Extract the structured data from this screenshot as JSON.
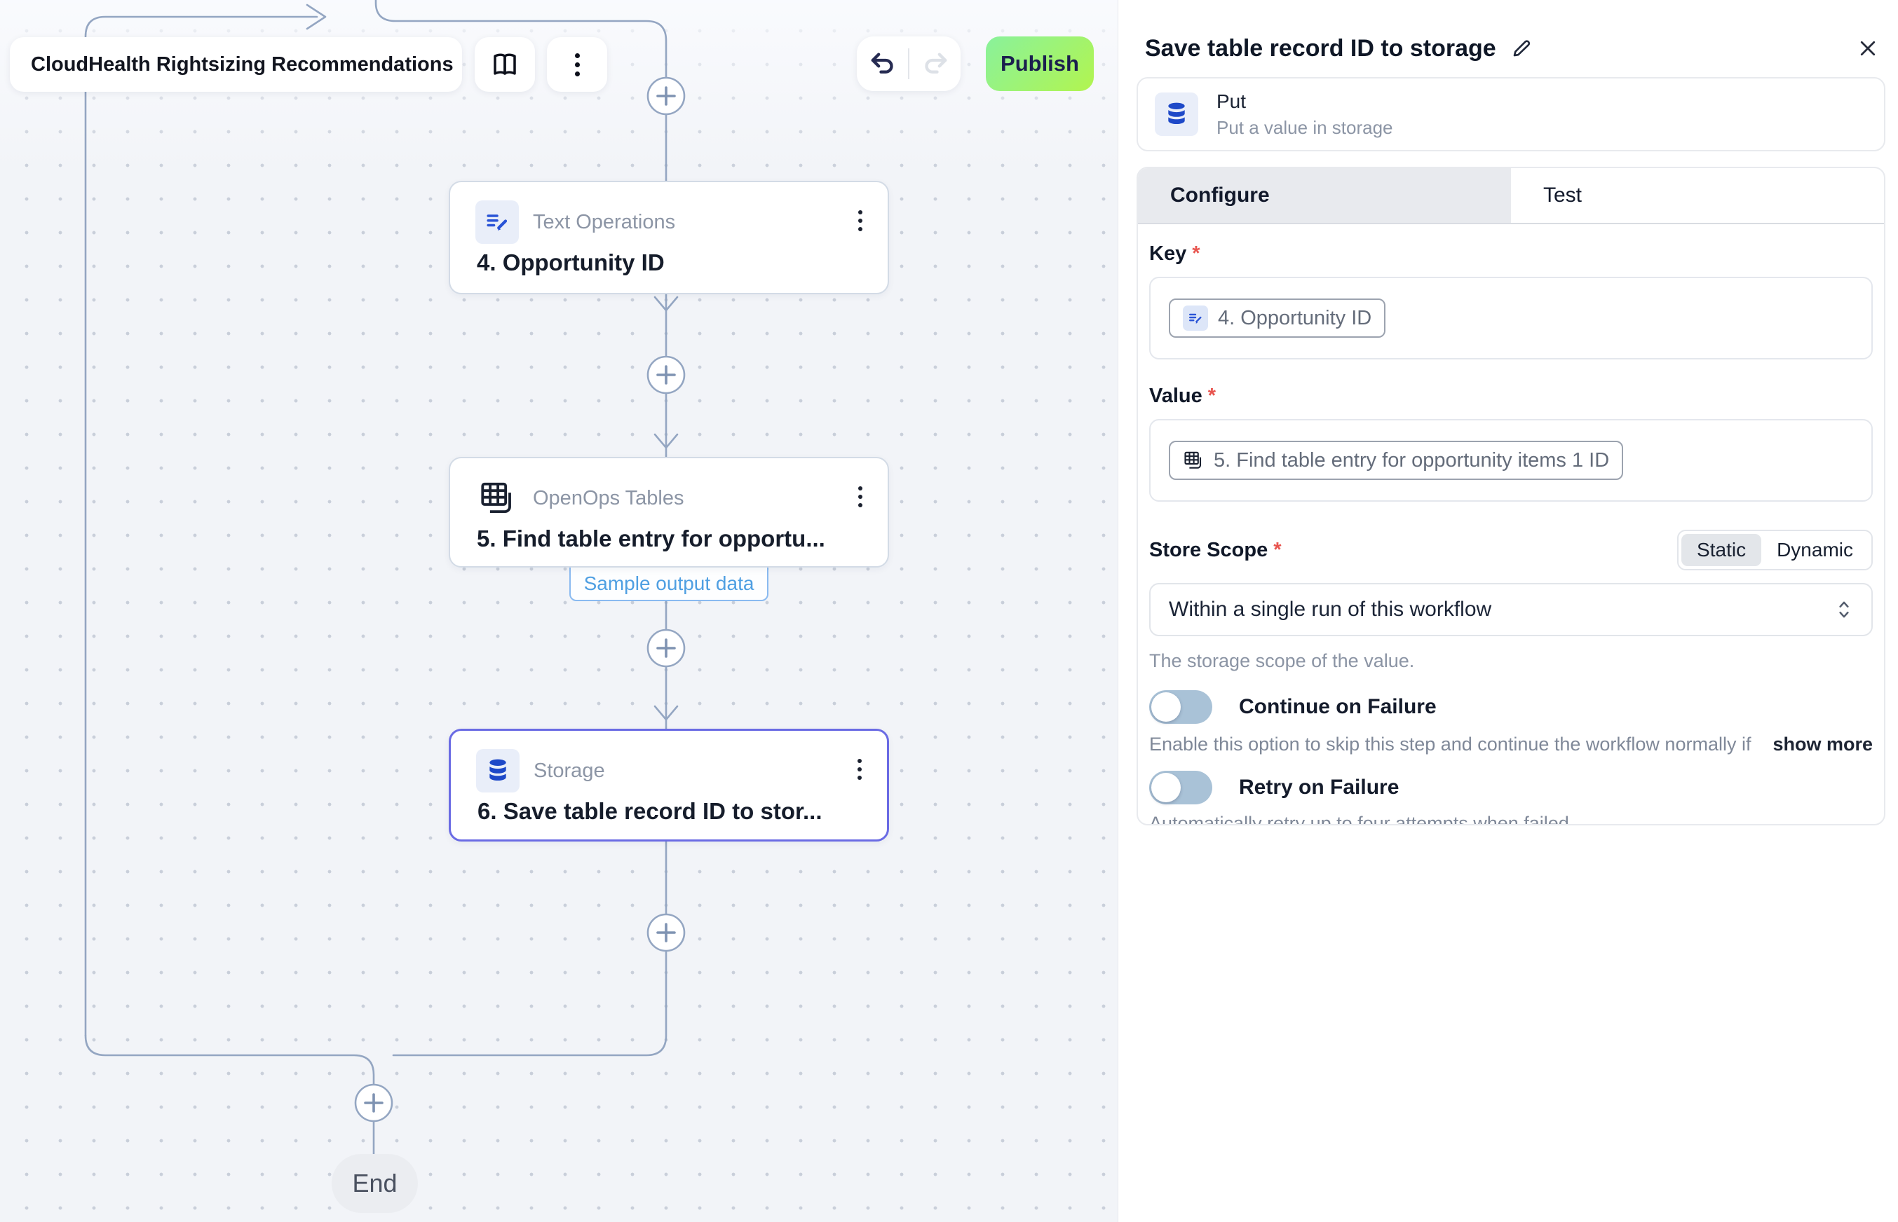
{
  "canvas": {
    "toolbar": {
      "workflow_name": "CloudHealth Rightsizing Recommendations",
      "publish_label": "Publish"
    },
    "nodes": [
      {
        "app": "Text Operations",
        "title": "4. Opportunity ID"
      },
      {
        "app": "OpenOps Tables",
        "title": "5. Find table entry for opportu...",
        "sample_tag": "Sample output data"
      },
      {
        "app": "Storage",
        "title": "6. Save table record ID to stor...",
        "selected": true
      }
    ],
    "end_label": "End"
  },
  "panel": {
    "title": "Save table record ID to storage",
    "action": {
      "name": "Put",
      "description": "Put a value in storage"
    },
    "tabs": {
      "configure": "Configure",
      "test": "Test"
    },
    "required_marker": "*",
    "fields": {
      "key": {
        "label": "Key",
        "token": "4. Opportunity ID"
      },
      "value": {
        "label": "Value",
        "token": "5. Find table entry for opportunity items 1 ID"
      },
      "store_scope": {
        "label": "Store Scope",
        "static_label": "Static",
        "dynamic_label": "Dynamic",
        "selected_option": "Within a single run of this workflow",
        "help": "The storage scope of the value."
      }
    },
    "continue_on_failure": {
      "label": "Continue on Failure",
      "help": "Enable this option to skip this step and continue the workflow normally if it fa...",
      "show_more_label": "show more",
      "enabled": false
    },
    "retry_on_failure": {
      "label": "Retry on Failure",
      "help": "Automatically retry up to four attempts when failed.",
      "enabled": false
    }
  },
  "colors": {
    "edge": "#94a6c2",
    "selected_node_border": "#6a6be4",
    "publish_gradient_start": "#89f29c",
    "publish_gradient_end": "#b2f44f",
    "sample_tag_blue": "#4f9fe2",
    "icon_blue": "#1e49c8",
    "canvas_bg": "#f2f4f8"
  },
  "icons": {
    "toolbar": [
      "chevron-down-icon",
      "book-icon",
      "kebab-menu-icon",
      "undo-icon",
      "redo-icon"
    ],
    "panel": [
      "pencil-edit-icon",
      "close-icon",
      "database-icon",
      "updown-chevron-icon"
    ],
    "nodes": [
      "text-operations-icon",
      "tables-icon",
      "database-icon",
      "plus-icon"
    ]
  }
}
